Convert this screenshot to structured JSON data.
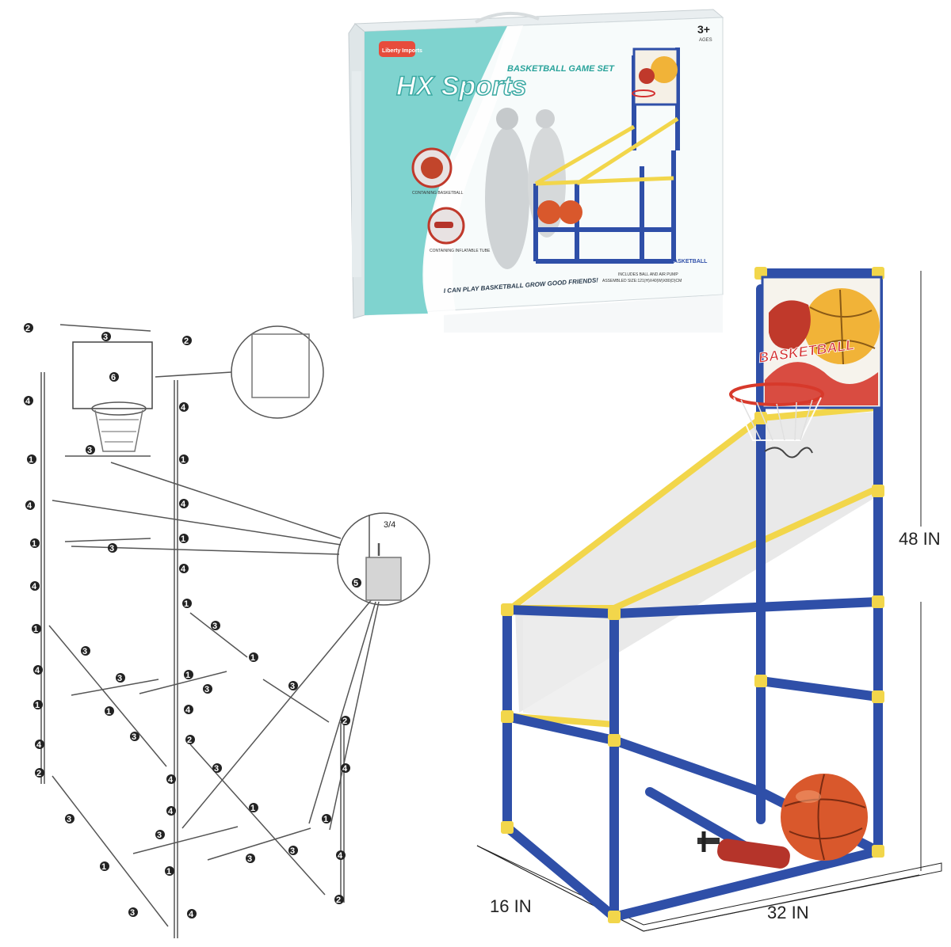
{
  "box": {
    "logo": "Liberty Imports",
    "brand": "HX Sports",
    "title": "BASKETBALL GAME SET",
    "age": "3+",
    "age_sub": "AGES",
    "feature_1": "CONTAINING BASKETBALL",
    "feature_2": "CONTAINING INFLATABLE TUBE",
    "slogan": "I CAN PLAY BASKETBALL GROW GOOD FRIENDS!",
    "includes": "INCLUDES BALL AND AIR PUMP",
    "assembled_size": "ASSEMBLED SIZE:121(H)X40(W)X80(D)CM",
    "side_label": "BASKETBALL",
    "backboard_text": "BASKETBALL"
  },
  "dimensions": {
    "height": "48 IN",
    "depth": "16 IN",
    "width": "32 IN"
  },
  "diagram": {
    "part_numbers": [
      "1",
      "2",
      "3",
      "4",
      "5",
      "6",
      "3/4"
    ]
  },
  "colors": {
    "box_teal": "#7fd3cf",
    "frame_blue": "#2f4fa8",
    "frame_yellow": "#f2d64b",
    "ball_orange": "#d9582c",
    "pump_red": "#b5342a"
  }
}
